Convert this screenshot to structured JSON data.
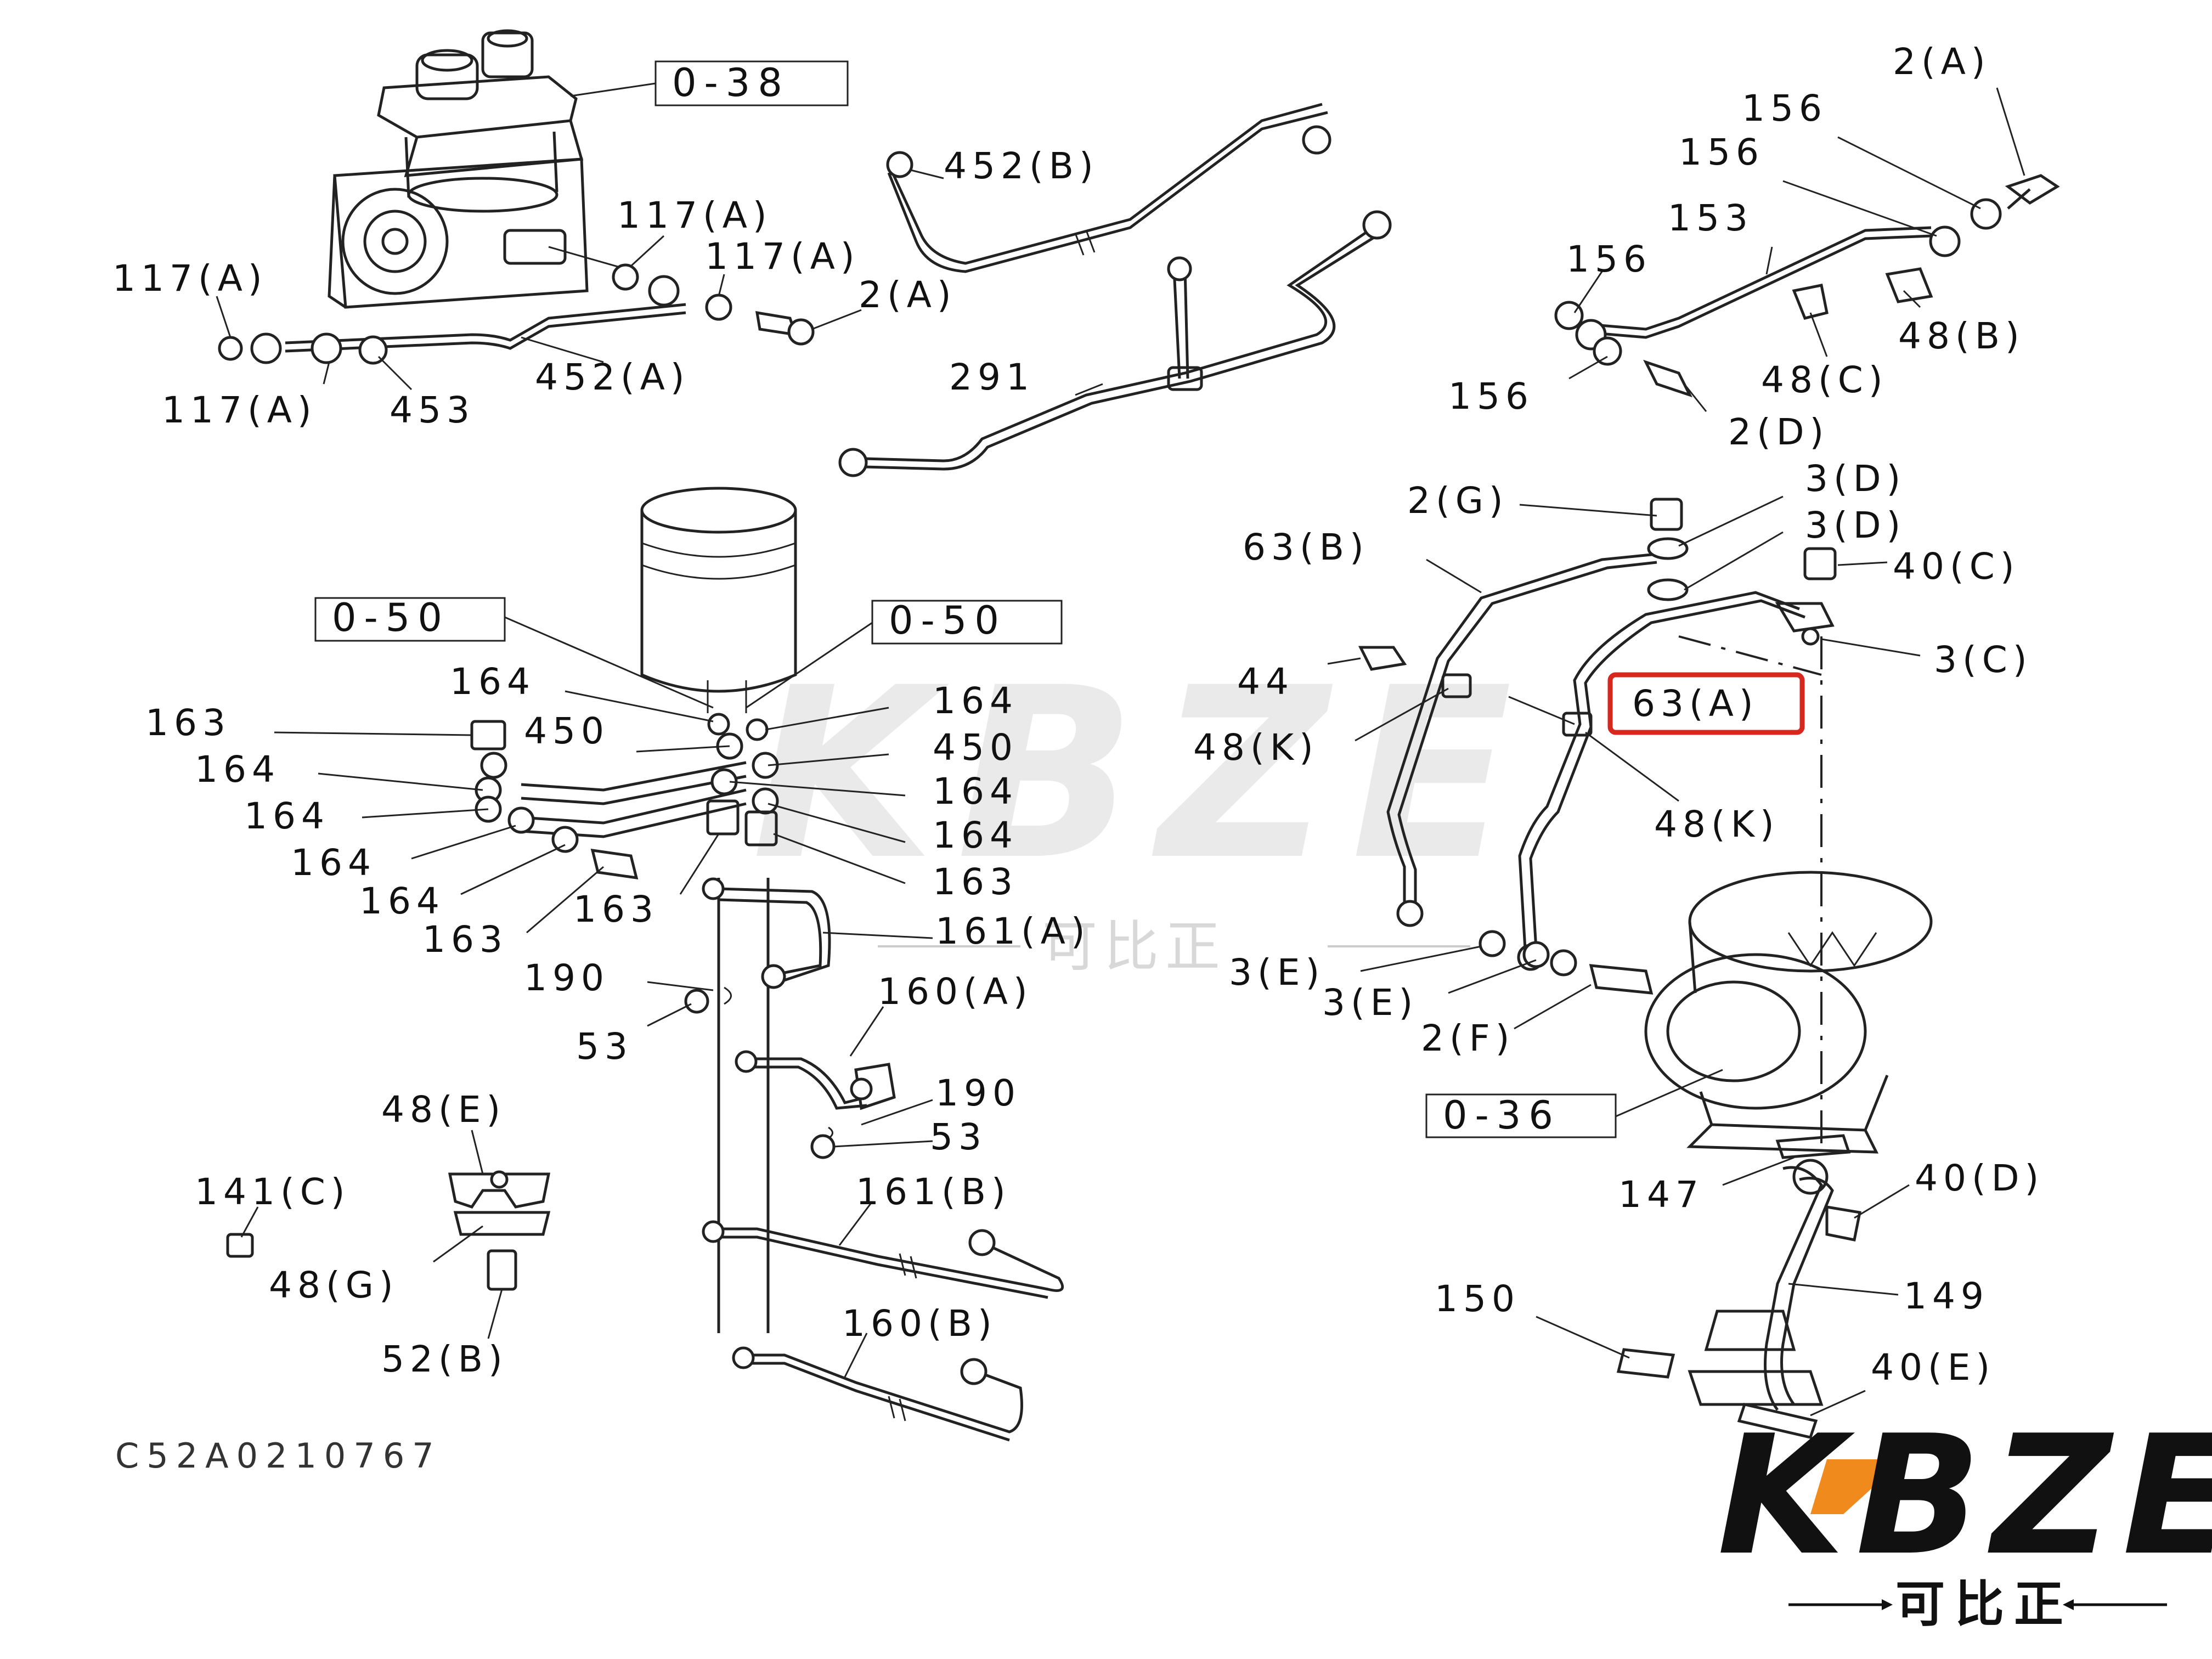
{
  "diagram": {
    "drawing_code": "C52A0210767",
    "highlight_color": "#d6281f",
    "highlighted_label": "63(A)",
    "reference_boxes": [
      {
        "id": "ref-0-38",
        "text": "0-38"
      },
      {
        "id": "ref-0-50-left",
        "text": "0-50"
      },
      {
        "id": "ref-0-50-right",
        "text": "0-50"
      },
      {
        "id": "ref-0-36",
        "text": "0-36"
      }
    ],
    "labels": {
      "l117a_1": "117(A)",
      "l117a_2": "117(A)",
      "l117a_3": "117(A)",
      "l117a_4": "117(A)",
      "l453": "453",
      "l452a": "452(A)",
      "l2a_1": "2(A)",
      "l452b": "452(B)",
      "l291": "291",
      "l2a_2": "2(A)",
      "l156_1": "156",
      "l156_2": "156",
      "l153": "153",
      "l156_3": "156",
      "l48b": "48(B)",
      "l48c": "48(C)",
      "l156_4": "156",
      "l2d": "2(D)",
      "l3d_1": "3(D)",
      "l2g": "2(G)",
      "l3d_2": "3(D)",
      "l63b": "63(B)",
      "l40c": "40(C)",
      "l3c": "3(C)",
      "l44": "44",
      "l63a": "63(A)",
      "l48k_1": "48(K)",
      "l48k_2": "48(K)",
      "l3e_1": "3(E)",
      "l3e_2": "3(E)",
      "l2f": "2(F)",
      "l147": "147",
      "l40d": "40(D)",
      "l150": "150",
      "l149": "149",
      "l40e": "40(E)",
      "l164_1": "164",
      "l164_2": "164",
      "l163_1": "163",
      "l450_1": "450",
      "l450_2": "450",
      "l164_3": "164",
      "l164_4": "164",
      "l164_5": "164",
      "l164_6": "164",
      "l164_7": "164",
      "l164_8": "164",
      "l163_2": "163",
      "l163_3": "163",
      "l163_4": "163",
      "l161a": "161(A)",
      "l190_1": "190",
      "l53_1": "53",
      "l160a": "160(A)",
      "l190_2": "190",
      "l53_2": "53",
      "l161b": "161(B)",
      "l160b": "160(B)",
      "l48e": "48(E)",
      "l141c": "141(C)",
      "l48g": "48(G)",
      "l52b": "52(B)"
    }
  },
  "watermark": {
    "brand": "KBZE",
    "chinese": "可比正"
  },
  "logo": {
    "brand": "KBZE",
    "chinese": "可比正",
    "accent_color": "#f08a1c"
  }
}
